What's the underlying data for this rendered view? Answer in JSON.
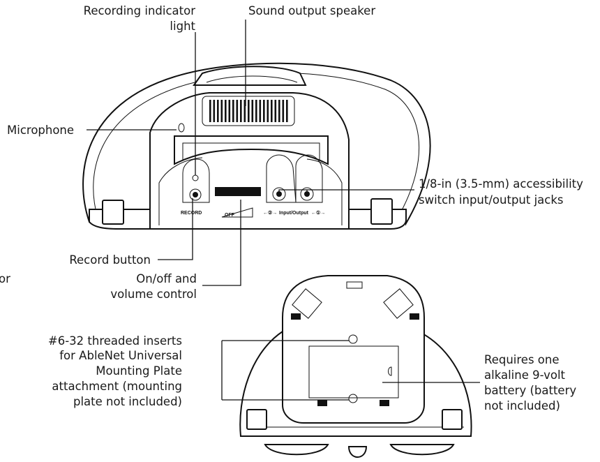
{
  "labels": {
    "recording_indicator": [
      "Recording indicator",
      "light"
    ],
    "sound_output": "Sound output speaker",
    "microphone": "Microphone",
    "switch_jacks": [
      "1/8-in (3.5-mm) accessibility",
      "switch input/output jacks"
    ],
    "record_button": "Record button",
    "cut_off_fragment": "or",
    "onoff": [
      "On/off and",
      "volume control"
    ],
    "threaded_inserts": [
      "#6-32 threaded inserts",
      "for AbleNet Universal",
      "Mounting Plate",
      "attachment (mounting",
      "plate not included)"
    ],
    "battery": [
      "Requires one",
      "alkaline 9-volt",
      "battery (battery",
      "not included)"
    ]
  },
  "device_text": {
    "record": "RECORD",
    "off": "OFF",
    "jack2": "←②→",
    "input_output": "Input/Output",
    "jack1": "←①→"
  }
}
